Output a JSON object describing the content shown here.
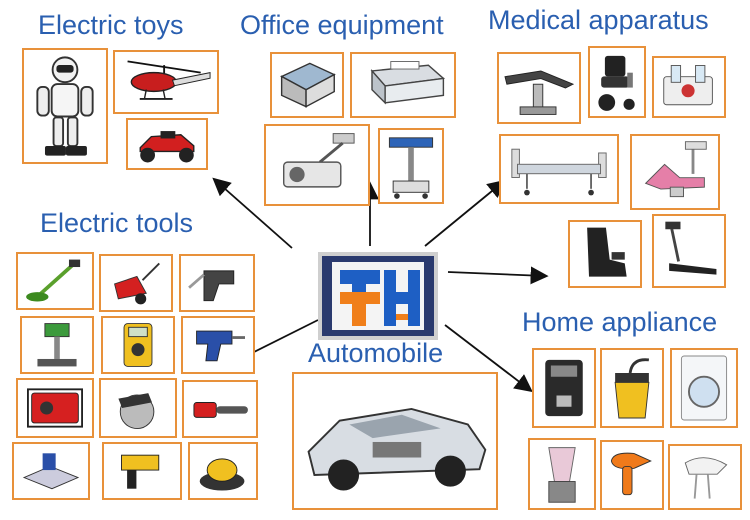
{
  "categories": {
    "toys": "Electric toys",
    "office": "Office equipment",
    "medical": "Medical apparatus",
    "tools": "Electric tools",
    "home": "Home appliance",
    "auto": "Automobile"
  },
  "colors": {
    "heading": "#2a5fb0",
    "border": "#e8913a",
    "logo_blue": "#1e5fc4",
    "logo_orange": "#f07f1a"
  },
  "icons": {
    "toys": [
      "robot-icon",
      "helicopter-icon",
      "rc-car-icon"
    ],
    "office": [
      "scanner-icon",
      "printer-icon",
      "projector-icon",
      "lift-table-icon"
    ],
    "medical": [
      "surgical-table-icon",
      "power-wheelchair-icon",
      "suction-unit-icon",
      "hospital-bed-icon",
      "dental-chair-icon",
      "massage-chair-icon",
      "treadmill-icon"
    ],
    "tools": [
      "trimmer-icon",
      "snow-blower-icon",
      "soldering-gun-icon",
      "drill-press-icon",
      "multimeter-icon",
      "cordless-drill-icon",
      "generator-icon",
      "circular-saw-icon",
      "chainsaw-icon",
      "tile-cutter-icon",
      "nail-gun-icon",
      "orbital-sander-icon"
    ],
    "home": [
      "coffee-machine-icon",
      "vacuum-cleaner-icon",
      "washing-machine-icon",
      "blender-icon",
      "hair-dryer-icon",
      "hand-mixer-icon"
    ],
    "auto": [
      "car-cutaway-icon"
    ],
    "center": [
      "company-logo-icon"
    ]
  }
}
